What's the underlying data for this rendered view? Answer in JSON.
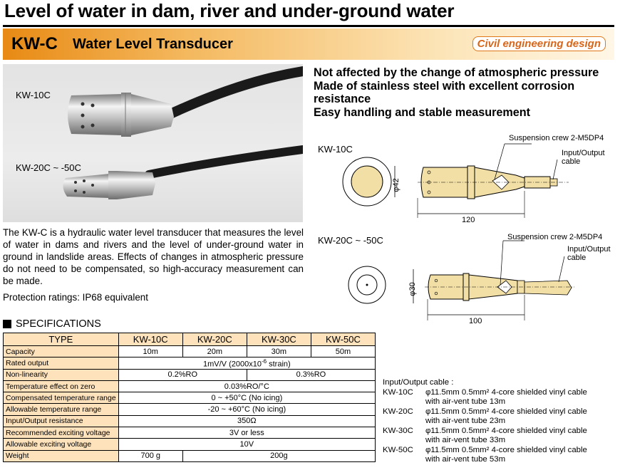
{
  "page_title": "Level of water in dam, river and under-ground water",
  "product": {
    "code": "KW-C",
    "name": "Water Level Transducer",
    "badge": "Civil engineering design"
  },
  "photo": {
    "label_top": "KW-10C",
    "label_bottom": "KW-20C ~ -50C"
  },
  "features": [
    "Not affected by the change of atmospheric pressure",
    "Made of stainless steel with excellent corrosion resistance",
    "Easy handling and stable measurement"
  ],
  "description": "The KW-C is a hydraulic water level transducer that measures the level of water in dams and rivers and the level of under-ground water in ground in landslide areas. Effects of changes in atmospheric pressure do not need to be compensated, so high-accuracy measurement can be made.",
  "protection": "Protection ratings: IP68 equivalent",
  "diagram": {
    "top": {
      "model": "KW-10C",
      "suspension": "Suspension crew 2-M5DP4",
      "io": "Input/Output",
      "io2": "cable",
      "diameter": "φ42",
      "length": "120"
    },
    "bottom": {
      "model": "KW-20C ~ -50C",
      "suspension": "Suspension crew 2-M5DP4",
      "io": "Input/Output",
      "io2": "cable",
      "diameter": "φ30",
      "length": "100"
    }
  },
  "specs": {
    "heading": "SPECIFICATIONS",
    "type_label": "TYPE",
    "models": [
      "KW-10C",
      "KW-20C",
      "KW-30C",
      "KW-50C"
    ],
    "rows": {
      "capacity": {
        "label": "Capacity",
        "values": [
          "10m",
          "20m",
          "30m",
          "50m"
        ]
      },
      "rated_output": {
        "label": "Rated output",
        "value": "1mV/V (2000x10",
        "exp": "-6",
        "tail": " strain)"
      },
      "nonlinearity": {
        "label": "Non-linearity",
        "a": "0.2%RO",
        "b": "0.3%RO"
      },
      "temp_zero": {
        "label": "Temperature effect on zero",
        "value": "0.03%RO/°C"
      },
      "comp_temp": {
        "label": "Compensated temperature range",
        "value": "0 ~ +50°C (No icing)"
      },
      "allow_temp": {
        "label": "Allowable temperature range",
        "value": "-20 ~ +60°C (No icing)"
      },
      "io_res": {
        "label": "Input/Output resistance",
        "value": "350Ω"
      },
      "rec_volt": {
        "label": "Recommended exciting voltage",
        "value": "3V or less"
      },
      "allow_volt": {
        "label": "Allowable exciting voltage",
        "value": "10V"
      },
      "weight": {
        "label": "Weight",
        "a": "700 g",
        "b": "200g"
      }
    }
  },
  "cable": {
    "heading": "Input/Output cable :",
    "items": [
      {
        "model": "KW-10C",
        "line1": "φ11.5mm  0.5mm² 4-core shielded vinyl cable",
        "line2": "with air-vent tube 13m"
      },
      {
        "model": "KW-20C",
        "line1": "φ11.5mm  0.5mm² 4-core shielded vinyl cable",
        "line2": "with air-vent tube 23m"
      },
      {
        "model": "KW-30C",
        "line1": "φ11.5mm  0.5mm² 4-core shielded vinyl cable",
        "line2": "with air-vent tube 33m"
      },
      {
        "model": "KW-50C",
        "line1": "φ11.5mm  0.5mm² 4-core shielded vinyl cable",
        "line2": "with air-vent tube 53m"
      }
    ]
  },
  "colors": {
    "band_start": "#e88a14",
    "badge": "#d8661a",
    "table_header": "#fde2bb",
    "drawing_fill": "#f2dfa6"
  }
}
